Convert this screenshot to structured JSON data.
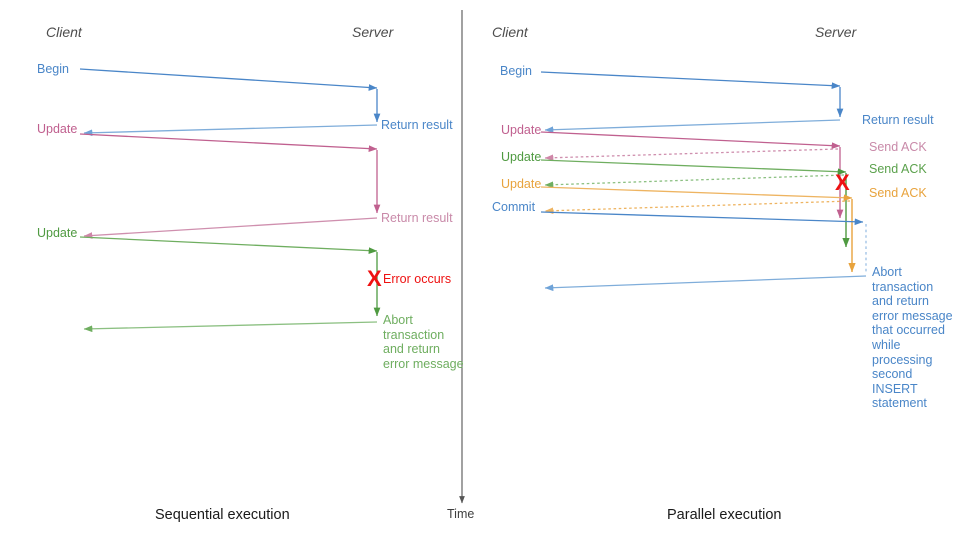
{
  "figure": {
    "title_left": "Sequential execution",
    "title_right": "Parallel execution",
    "time_axis_label": "Time",
    "colors": {
      "blue": "#4a86c8",
      "blue_light": "#8ab4e0",
      "pink": "#c0608f",
      "pink_light": "#dba3be",
      "green": "#4f9a41",
      "green_light": "#94c98a",
      "orange": "#e8a33d",
      "orange_light": "#f3c88b",
      "red": "#ee1111",
      "gray": "#4d4d4d",
      "axis": "#555555"
    }
  },
  "left_panel": {
    "actors": {
      "client": "Client",
      "server": "Server"
    },
    "messages": [
      {
        "label": "Begin",
        "color": "blue",
        "direction": "to-server"
      },
      {
        "label": "Return result",
        "color": "blue",
        "direction": "to-client"
      },
      {
        "label": "Update",
        "color": "pink",
        "direction": "to-server"
      },
      {
        "label": "Return result",
        "color": "pink",
        "direction": "to-client"
      },
      {
        "label": "Update",
        "color": "green",
        "direction": "to-server"
      }
    ],
    "error": {
      "mark": "X",
      "label": "Error occurs",
      "color": "red"
    },
    "abort_note": "Abort transaction and return error message",
    "abort_note_lines": [
      "Abort",
      "transaction",
      "and return",
      "error message"
    ],
    "caption": "Sequential execution"
  },
  "right_panel": {
    "actors": {
      "client": "Client",
      "server": "Server"
    },
    "messages": [
      {
        "label": "Begin",
        "color": "blue",
        "direction": "to-server",
        "style": "solid"
      },
      {
        "label": "Return result",
        "color": "blue",
        "direction": "to-client",
        "style": "solid"
      },
      {
        "label": "Update",
        "color": "pink",
        "direction": "to-server",
        "style": "solid"
      },
      {
        "label": "Send ACK",
        "color": "pink",
        "direction": "to-client",
        "style": "dotted"
      },
      {
        "label": "Update",
        "color": "green",
        "direction": "to-server",
        "style": "solid"
      },
      {
        "label": "Send ACK",
        "color": "green",
        "direction": "to-client",
        "style": "dotted"
      },
      {
        "label": "Update",
        "color": "orange",
        "direction": "to-server",
        "style": "solid"
      },
      {
        "label": "Send ACK",
        "color": "orange",
        "direction": "to-client",
        "style": "dotted"
      },
      {
        "label": "Commit",
        "color": "blue",
        "direction": "to-server",
        "style": "solid"
      }
    ],
    "error": {
      "mark": "X",
      "color": "red"
    },
    "abort_note": "Abort transaction and return error message that occurred while processing second INSERT statement",
    "abort_note_lines": [
      "Abort",
      "transaction",
      "and return",
      "error message",
      "that occurred",
      "while",
      "processing",
      "second",
      "INSERT",
      "statement"
    ],
    "caption": "Parallel execution"
  },
  "labels": {
    "left": {
      "client": "Client",
      "server": "Server",
      "begin": "Begin",
      "return_result_1": "Return result",
      "update_1": "Update",
      "return_result_2": "Return result",
      "update_2": "Update",
      "error_x": "X",
      "error_text": "Error occurs",
      "abort_l1": "Abort",
      "abort_l2": "transaction",
      "abort_l3": "and return",
      "abort_l4": "error message",
      "caption": "Sequential execution"
    },
    "right": {
      "client": "Client",
      "server": "Server",
      "begin": "Begin",
      "return_result": "Return result",
      "update_1": "Update",
      "update_2": "Update",
      "update_3": "Update",
      "commit": "Commit",
      "ack_1": "Send ACK",
      "ack_2": "Send ACK",
      "ack_3": "Send ACK",
      "error_x": "X",
      "abort_l1": "Abort",
      "abort_l2": "transaction",
      "abort_l3": "and return",
      "abort_l4": "error message",
      "abort_l5": "that occurred",
      "abort_l6": "while",
      "abort_l7": "processing",
      "abort_l8": "second",
      "abort_l9": "INSERT",
      "abort_l10": "statement",
      "caption": "Parallel execution"
    },
    "time": "Time"
  }
}
